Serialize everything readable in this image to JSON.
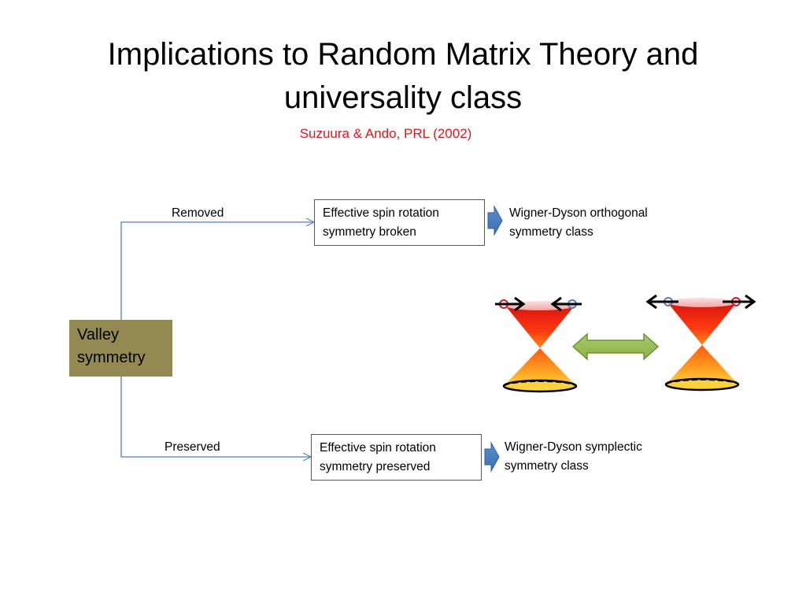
{
  "title": "Implications to Random Matrix Theory and universality class",
  "citation": "Suzuura & Ando, PRL (2002)",
  "root": {
    "label": "Valley symmetry"
  },
  "branches": [
    {
      "edge_label": "Removed",
      "box": "Effective spin rotation symmetry broken",
      "result": "Wigner-Dyson orthogonal symmetry class"
    },
    {
      "edge_label": "Preserved",
      "box": "Effective spin rotation symmetry preserved",
      "result": "Wigner-Dyson symplectic symmetry class"
    }
  ],
  "colors": {
    "box_border": "#c0272d",
    "valley_fill": "#938953",
    "connector": "#4f81bd",
    "citation": "#e8141b",
    "double_arrow": "#9bbb59",
    "block_arrow": "#4f81bd"
  },
  "icons": [
    "dirac-cone-left",
    "dirac-cone-right",
    "double-headed-arrow",
    "block-arrow"
  ]
}
